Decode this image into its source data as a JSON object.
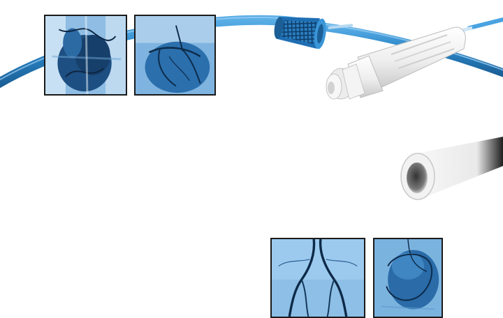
{
  "scene": {
    "description_free": true,
    "colors": {
      "catheter_blue": "#2a86c8",
      "catheter_dark": "#1b5f96",
      "angio_light": "#9cc6e8",
      "angio_mid": "#3f86c2",
      "vessel_dark": "#0d2a48",
      "hub_white": "#f2f2f2",
      "frame_border": "#1a1a1a"
    },
    "thumbnails": [
      {
        "icon": "chest-angiogram-image"
      },
      {
        "icon": "coronary-angiogram-image"
      },
      {
        "icon": "peripheral-angiogram-image"
      },
      {
        "icon": "cardiac-catheter-angiogram-image"
      }
    ],
    "objects": [
      {
        "icon": "catheter-tube"
      },
      {
        "icon": "braided-sheath-connector"
      },
      {
        "icon": "catheter-hub"
      },
      {
        "icon": "catheter-tip-closeup"
      }
    ]
  }
}
